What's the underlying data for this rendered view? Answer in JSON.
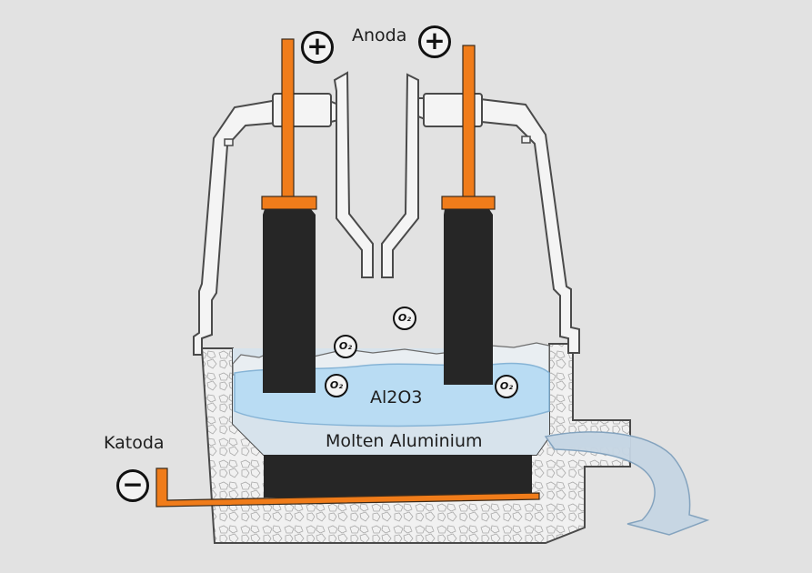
{
  "labels": {
    "anode": "Anoda",
    "cathode": "Katoda",
    "electrolyte": "Al2O3",
    "metal": "Molten Aluminium"
  },
  "symbols": {
    "plus": "+",
    "minus": "−",
    "oxygen": "O₂"
  },
  "colors": {
    "background": "#e2e2e2",
    "conductor": "#f07c1a",
    "carbon": "#262626",
    "electrolyte": "#b9dcf3",
    "molten_metal": "#d2dde6",
    "lining": "#ececec"
  }
}
